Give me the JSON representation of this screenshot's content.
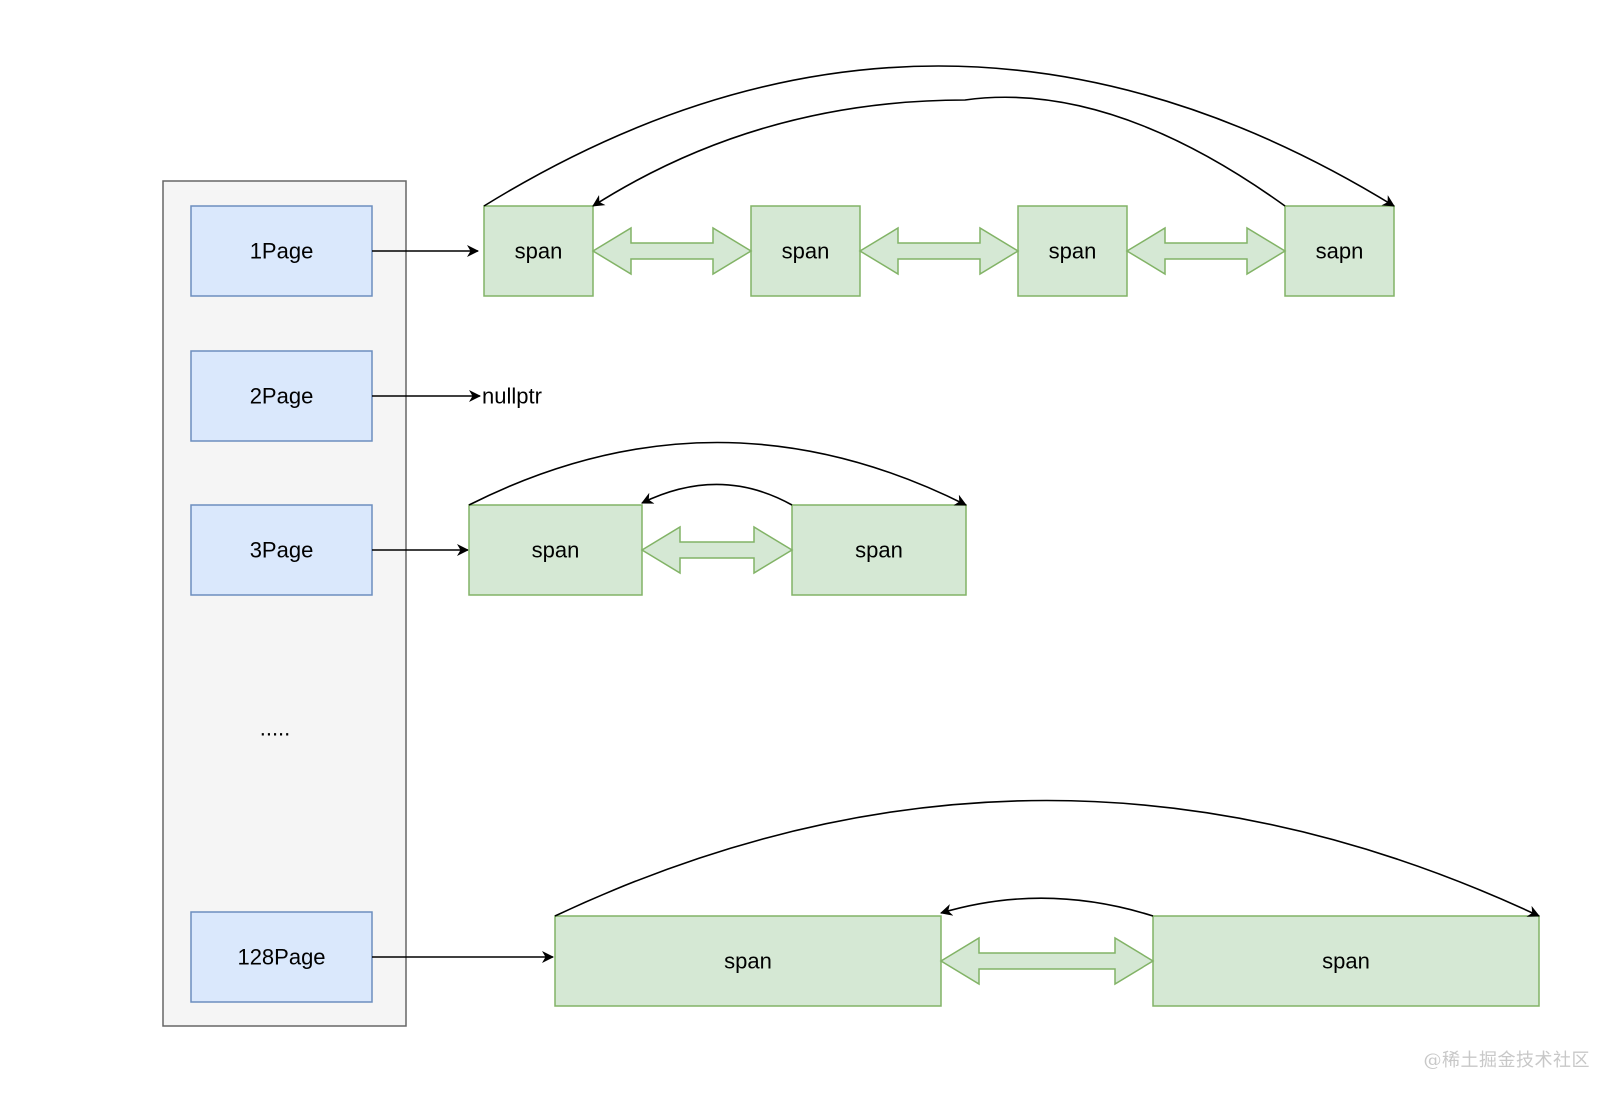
{
  "pages": [
    {
      "label": "1Page"
    },
    {
      "label": "2Page"
    },
    {
      "label": "3Page"
    },
    {
      "label": "128Page"
    }
  ],
  "ellipsis": ".....",
  "null_label": "nullptr",
  "lists": {
    "page1": [
      "span",
      "span",
      "span",
      "sapn"
    ],
    "page3": [
      "span",
      "span"
    ],
    "page128": [
      "span",
      "span"
    ]
  },
  "watermark": "@稀土掘金技术社区",
  "colors": {
    "page_fill": "#dae8fc",
    "page_stroke": "#6c8ebf",
    "span_fill": "#d5e8d4",
    "span_stroke": "#82b366",
    "container_fill": "#f5f5f5",
    "container_stroke": "#666666"
  }
}
